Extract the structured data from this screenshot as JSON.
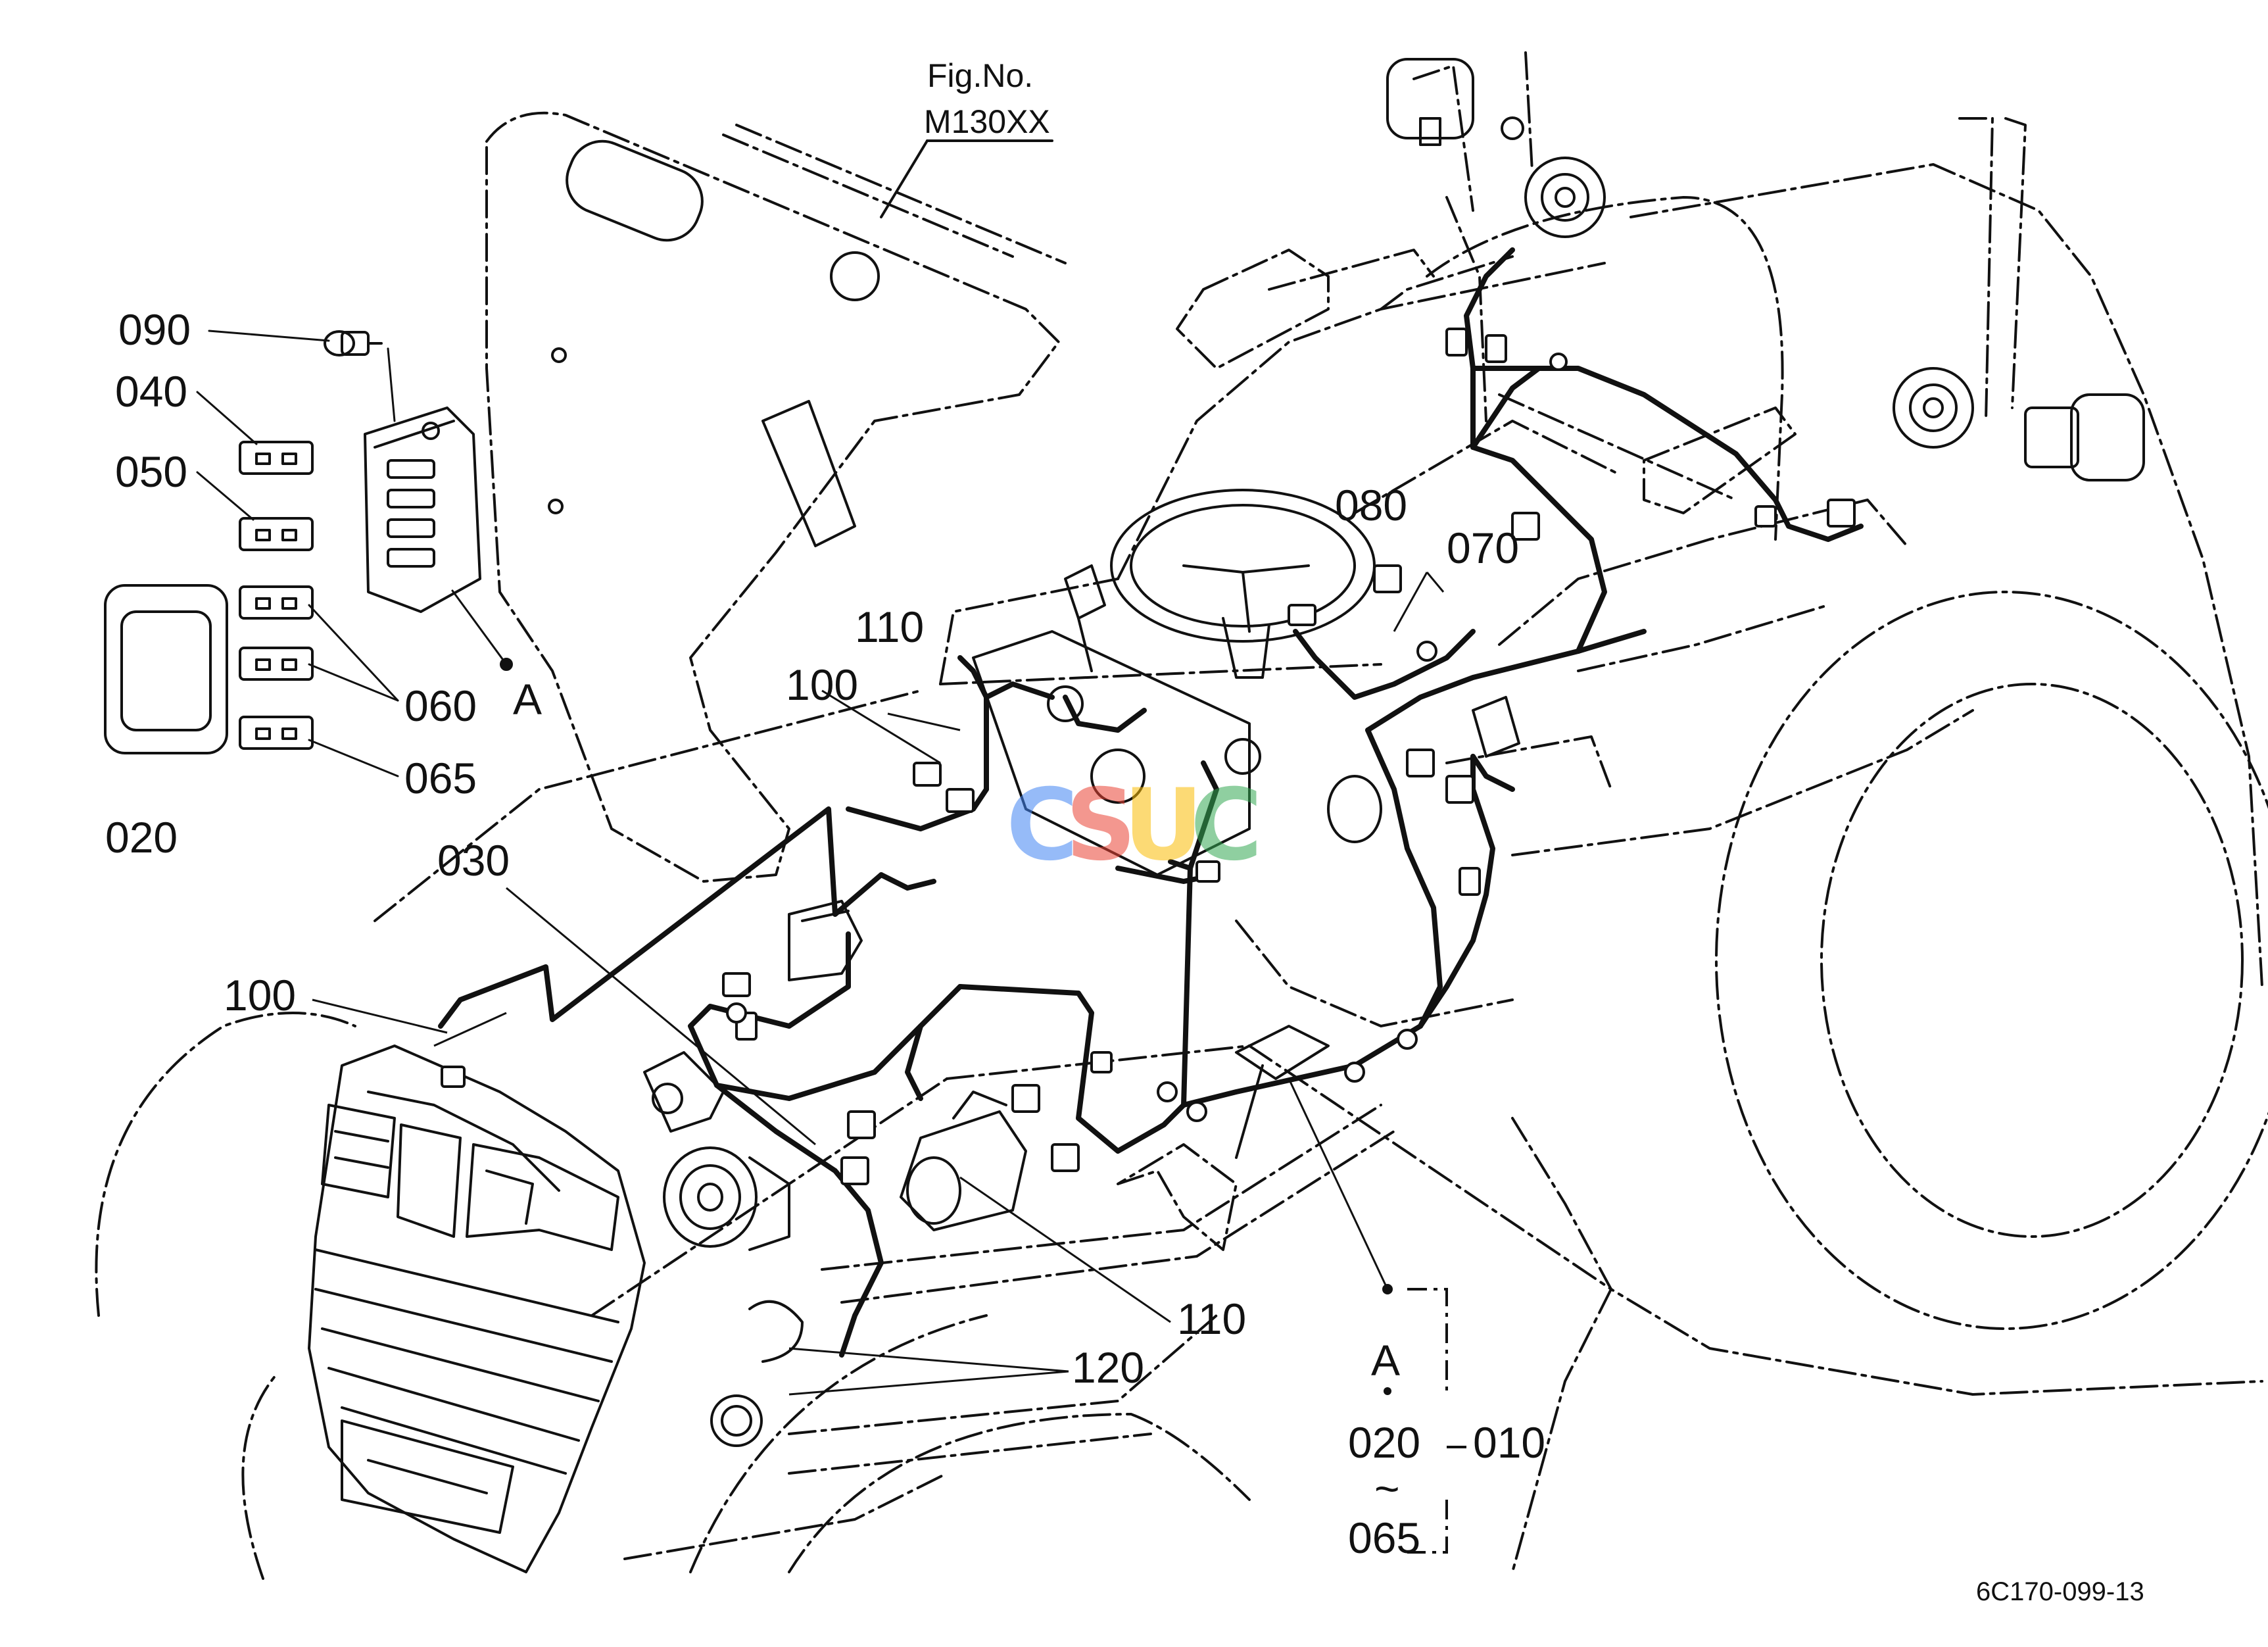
{
  "figure": {
    "fig_no_label": "Fig.No.",
    "fig_no_value": "M130XX",
    "drawing_code": "6C170-099-13"
  },
  "callouts": [
    {
      "id": "090",
      "text": "090"
    },
    {
      "id": "040",
      "text": "040"
    },
    {
      "id": "050",
      "text": "050"
    },
    {
      "id": "060",
      "text": "060"
    },
    {
      "id": "065a",
      "text": "065"
    },
    {
      "id": "020a",
      "text": "020"
    },
    {
      "id": "A1",
      "text": "A"
    },
    {
      "id": "030",
      "text": "030"
    },
    {
      "id": "100a",
      "text": "100"
    },
    {
      "id": "100b",
      "text": "100"
    },
    {
      "id": "110a",
      "text": "110"
    },
    {
      "id": "110b",
      "text": "110"
    },
    {
      "id": "080",
      "text": "080"
    },
    {
      "id": "070",
      "text": "070"
    },
    {
      "id": "120",
      "text": "120"
    },
    {
      "id": "A2",
      "text": "A"
    },
    {
      "id": "020b",
      "text": "020"
    },
    {
      "id": "tilde",
      "text": "~"
    },
    {
      "id": "065b",
      "text": "065"
    },
    {
      "id": "010",
      "text": "010"
    }
  ],
  "watermark": {
    "letters": [
      "C",
      "S",
      "U",
      "C"
    ],
    "colors": [
      "#4285f4",
      "#ea4335",
      "#fbbc05",
      "#34a853"
    ]
  }
}
